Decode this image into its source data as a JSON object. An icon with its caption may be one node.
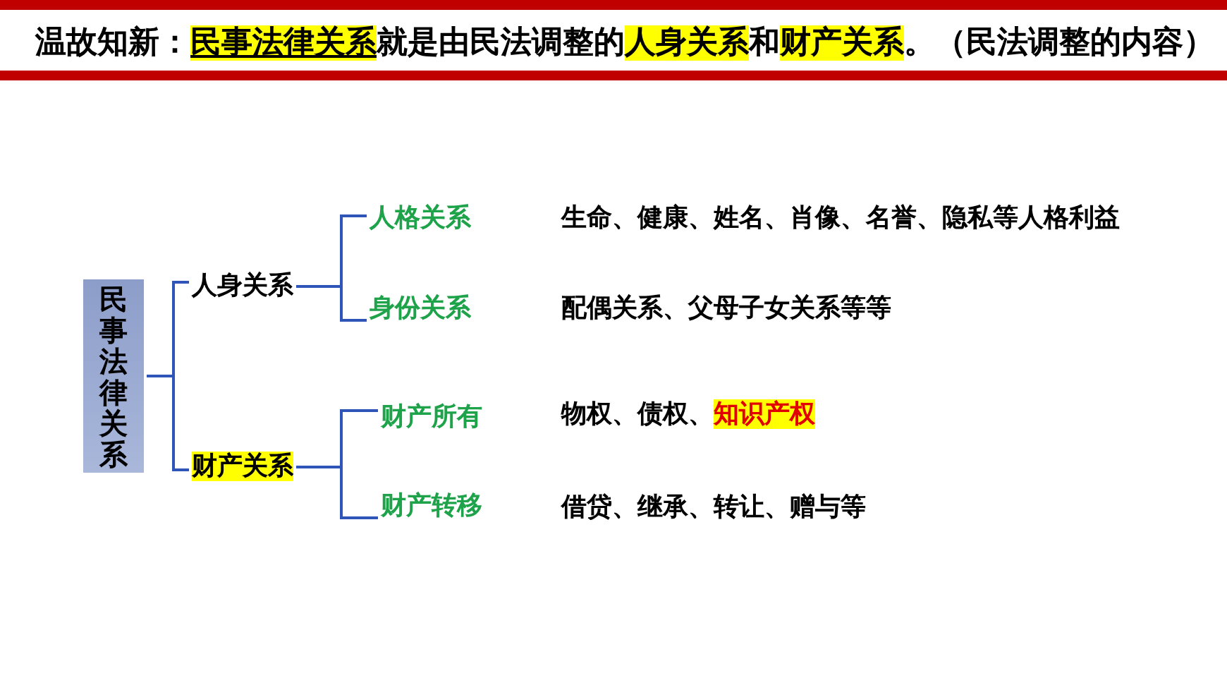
{
  "diagram": {
    "title": "温故知新：**民事法律关系**就是由民法调整的**人身关系**和**财产关系**。（民法调整的内容）",
    "nodes": [
      {
        "text": [
          "民事法律关系"
        ]
      },
      {
        "text": [
          "人身关系"
        ]
      },
      {
        "text": [
          "财产关系"
        ]
      },
      {
        "text": [
          "人格关系"
        ],
        "beside": [
          "生命、健康、姓名、肖像、名誉、隐私等人格利益"
        ]
      },
      {
        "text": [
          "身份关系"
        ],
        "beside": [
          "配偶关系、父母子女关系等等"
        ]
      },
      {
        "text": [
          "财产所有"
        ],
        "beside": [
          "物权、债权、**知识产权**"
        ]
      },
      {
        "text": [
          "财产转移"
        ],
        "beside": [
          "借贷、继承、转让、赠与等"
        ]
      }
    ],
    "edges": [
      {
        "from": 0,
        "to": 1,
        "arrow": "none"
      },
      {
        "from": 0,
        "to": 2,
        "arrow": "none"
      },
      {
        "from": 1,
        "to": 3,
        "arrow": "none"
      },
      {
        "from": 1,
        "to": 4,
        "arrow": "none"
      },
      {
        "from": 2,
        "to": 5,
        "arrow": "none"
      },
      {
        "from": 2,
        "to": 6,
        "arrow": "none"
      }
    ]
  }
}
